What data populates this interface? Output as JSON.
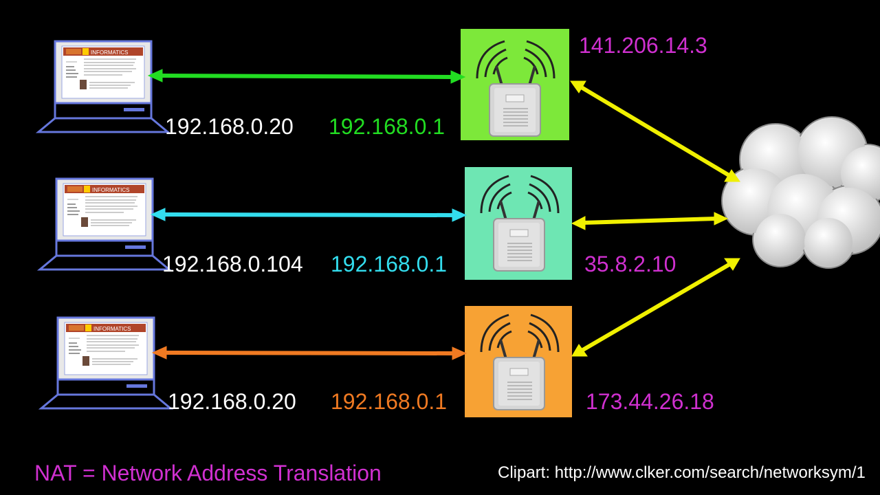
{
  "rows": [
    {
      "host_ip": "192.168.0.20",
      "router_inside_ip": "192.168.0.1",
      "router_public_ip": "141.206.14.3",
      "link_color": "#22dd22",
      "router_bg": "#7de83a"
    },
    {
      "host_ip": "192.168.0.104",
      "router_inside_ip": "192.168.0.1",
      "router_public_ip": "35.8.2.10",
      "link_color": "#33ddee",
      "router_bg": "#6ee6b3"
    },
    {
      "host_ip": "192.168.0.20",
      "router_inside_ip": "192.168.0.1",
      "router_public_ip": "173.44.26.18",
      "link_color": "#f07a22",
      "router_bg": "#f7a234"
    }
  ],
  "public_ip_color": "#d030d0",
  "internet_link_color": "#f0f000",
  "host_ip_color": "#ffffff",
  "footer": {
    "title": "NAT = Network Address Translation",
    "title_color": "#d030d0",
    "credit": "Clipart: http://www.clker.com/search/networksym/1",
    "credit_color": "#ffffff"
  },
  "icons": {
    "host": "laptop-icon",
    "router": "wireless-router-icon",
    "internet": "cloud-icon"
  }
}
